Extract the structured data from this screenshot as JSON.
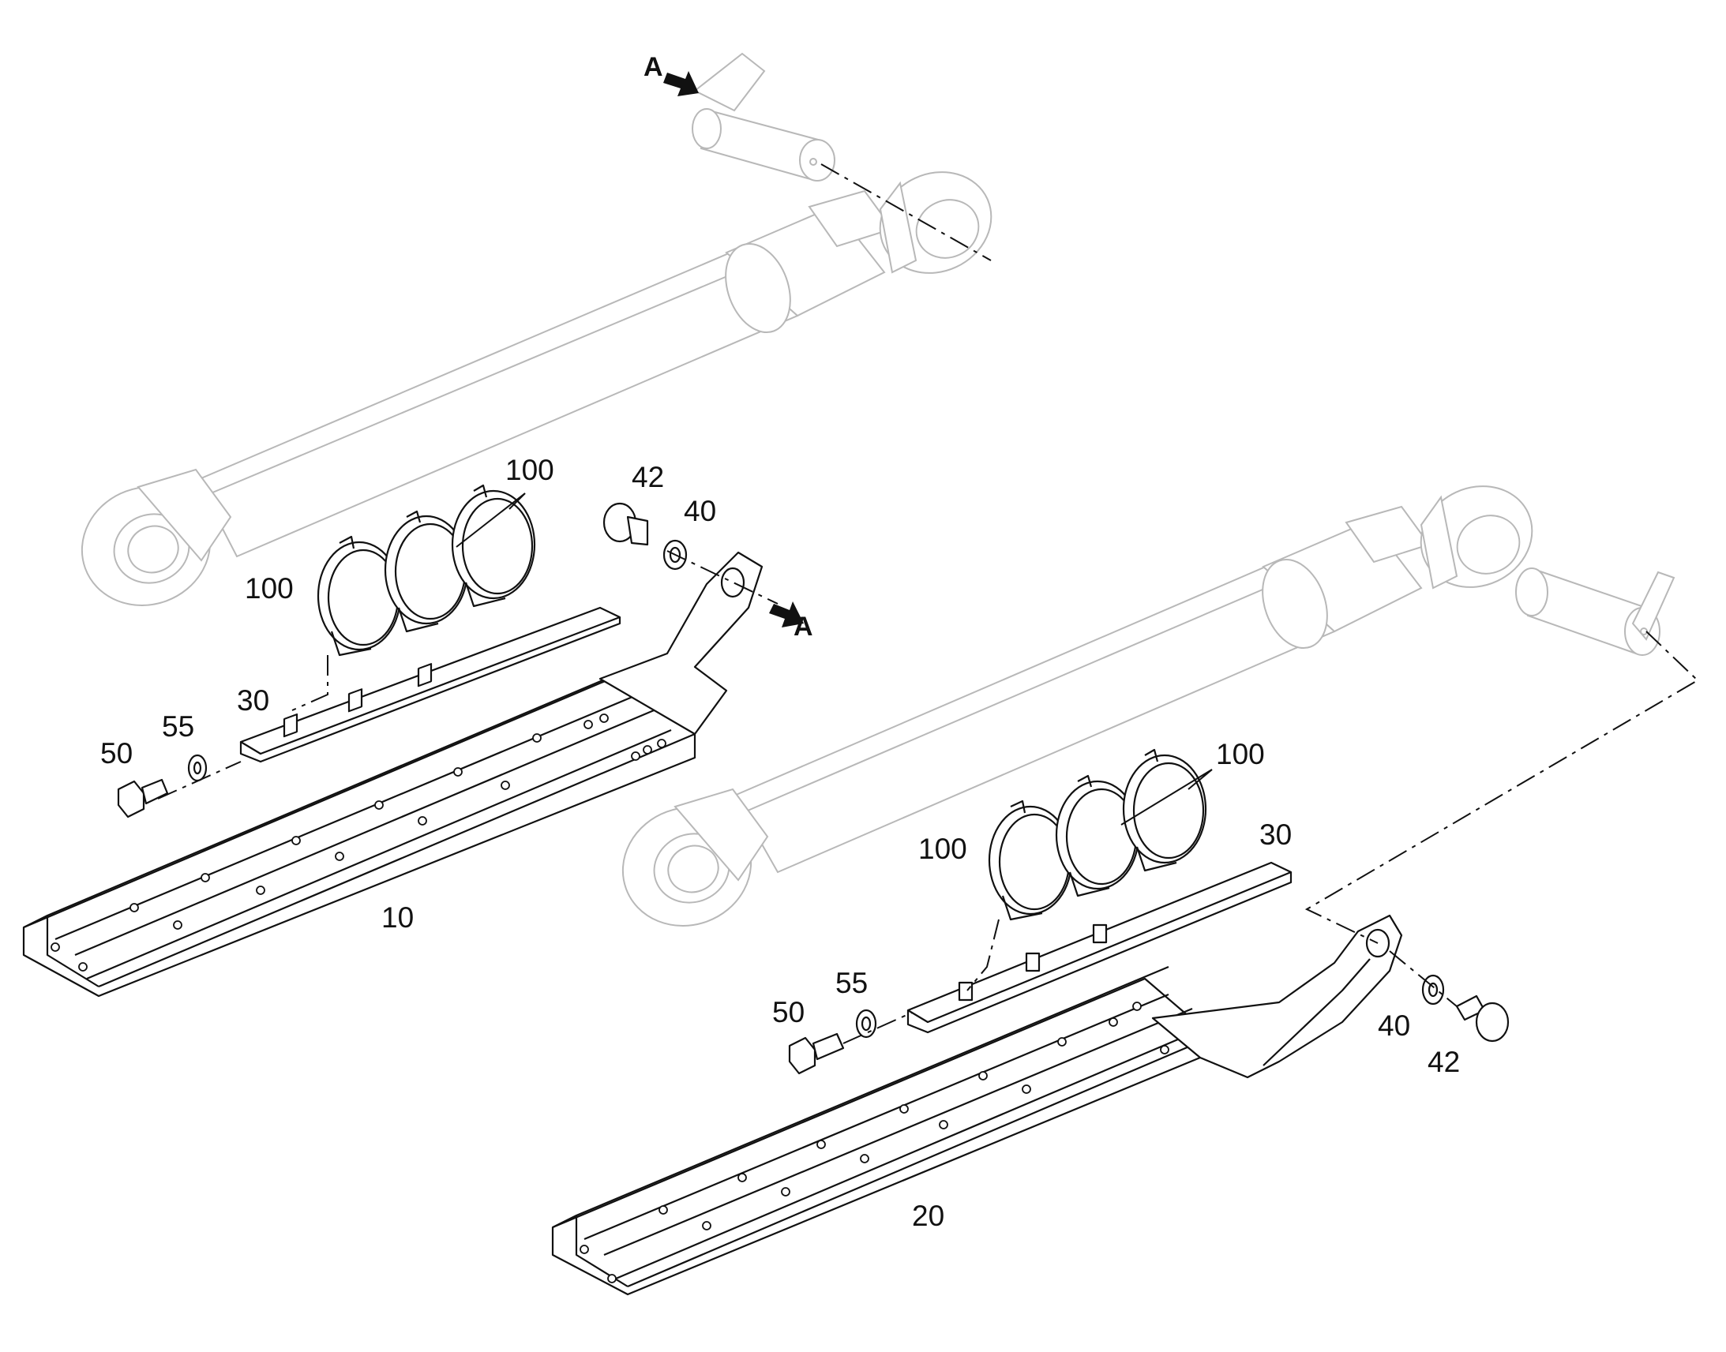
{
  "callouts": {
    "part_10": "10",
    "part_20": "20",
    "part_30": "30",
    "part_40": "40",
    "part_42": "42",
    "part_50": "50",
    "part_55": "55",
    "part_100": "100"
  },
  "view_marker": "A"
}
